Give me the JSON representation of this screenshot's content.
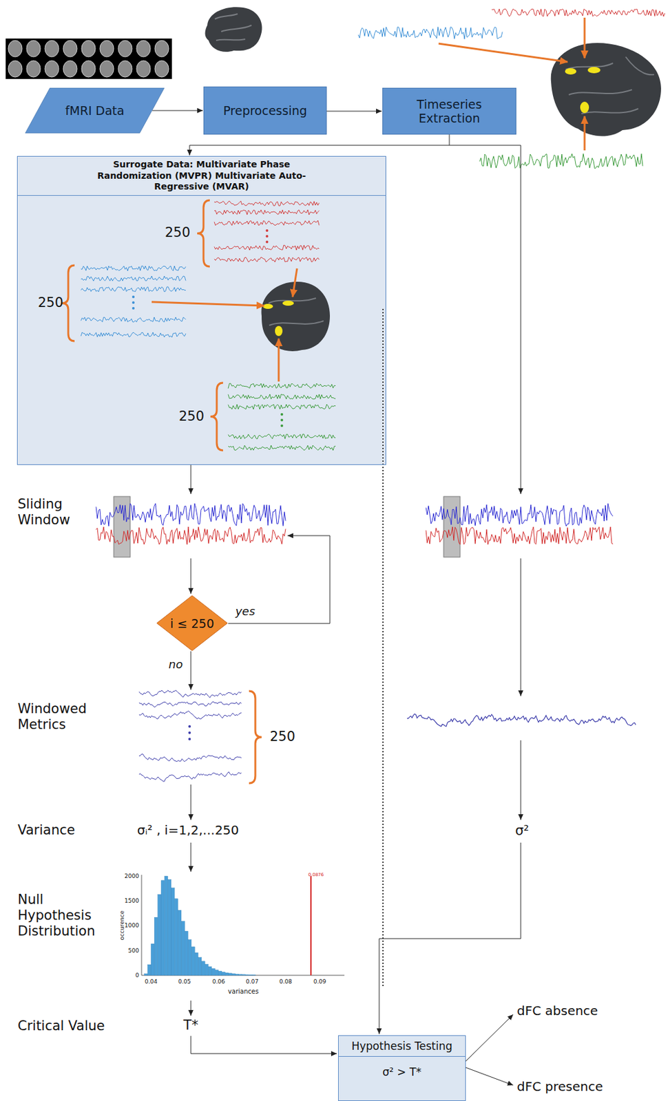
{
  "diagram": {
    "nodes": [
      {
        "text": [
          "fMRI Data"
        ]
      },
      {
        "text": [
          "Preprocessing"
        ]
      },
      {
        "text": [
          "Timeseries Extraction"
        ]
      },
      {
        "text": [
          "Surrogate Data: Multivariate Phase Randomization (MVPR) Multivariate Auto-Regressive (MVAR)"
        ]
      },
      {
        "text": [
          "i ≤ 250"
        ]
      },
      {
        "text": [
          "Hypothesis Testing",
          "σ² > T*"
        ]
      }
    ],
    "edges": [
      {
        "from": 0,
        "to": 1,
        "arrow": "to"
      },
      {
        "from": 1,
        "to": 2,
        "arrow": "to"
      },
      {
        "from": 2,
        "to": 3,
        "arrow": "to"
      }
    ],
    "labels": [
      "250",
      "250",
      "250",
      "Sliding Window",
      "yes",
      "no",
      "Windowed Metrics",
      "250",
      "Variance",
      "σᵢ² , i=1,2,...250",
      "σ²",
      "Null Hypothesis Distribution",
      "2000",
      "1500",
      "1000",
      "500",
      "0",
      "occurence",
      "0.04",
      "0.05",
      "0.06",
      "0.07",
      "0.08",
      "0.09",
      "variances",
      "0.0876",
      "Critical Value",
      "T*",
      "dFC absence",
      "dFC presence"
    ]
  }
}
